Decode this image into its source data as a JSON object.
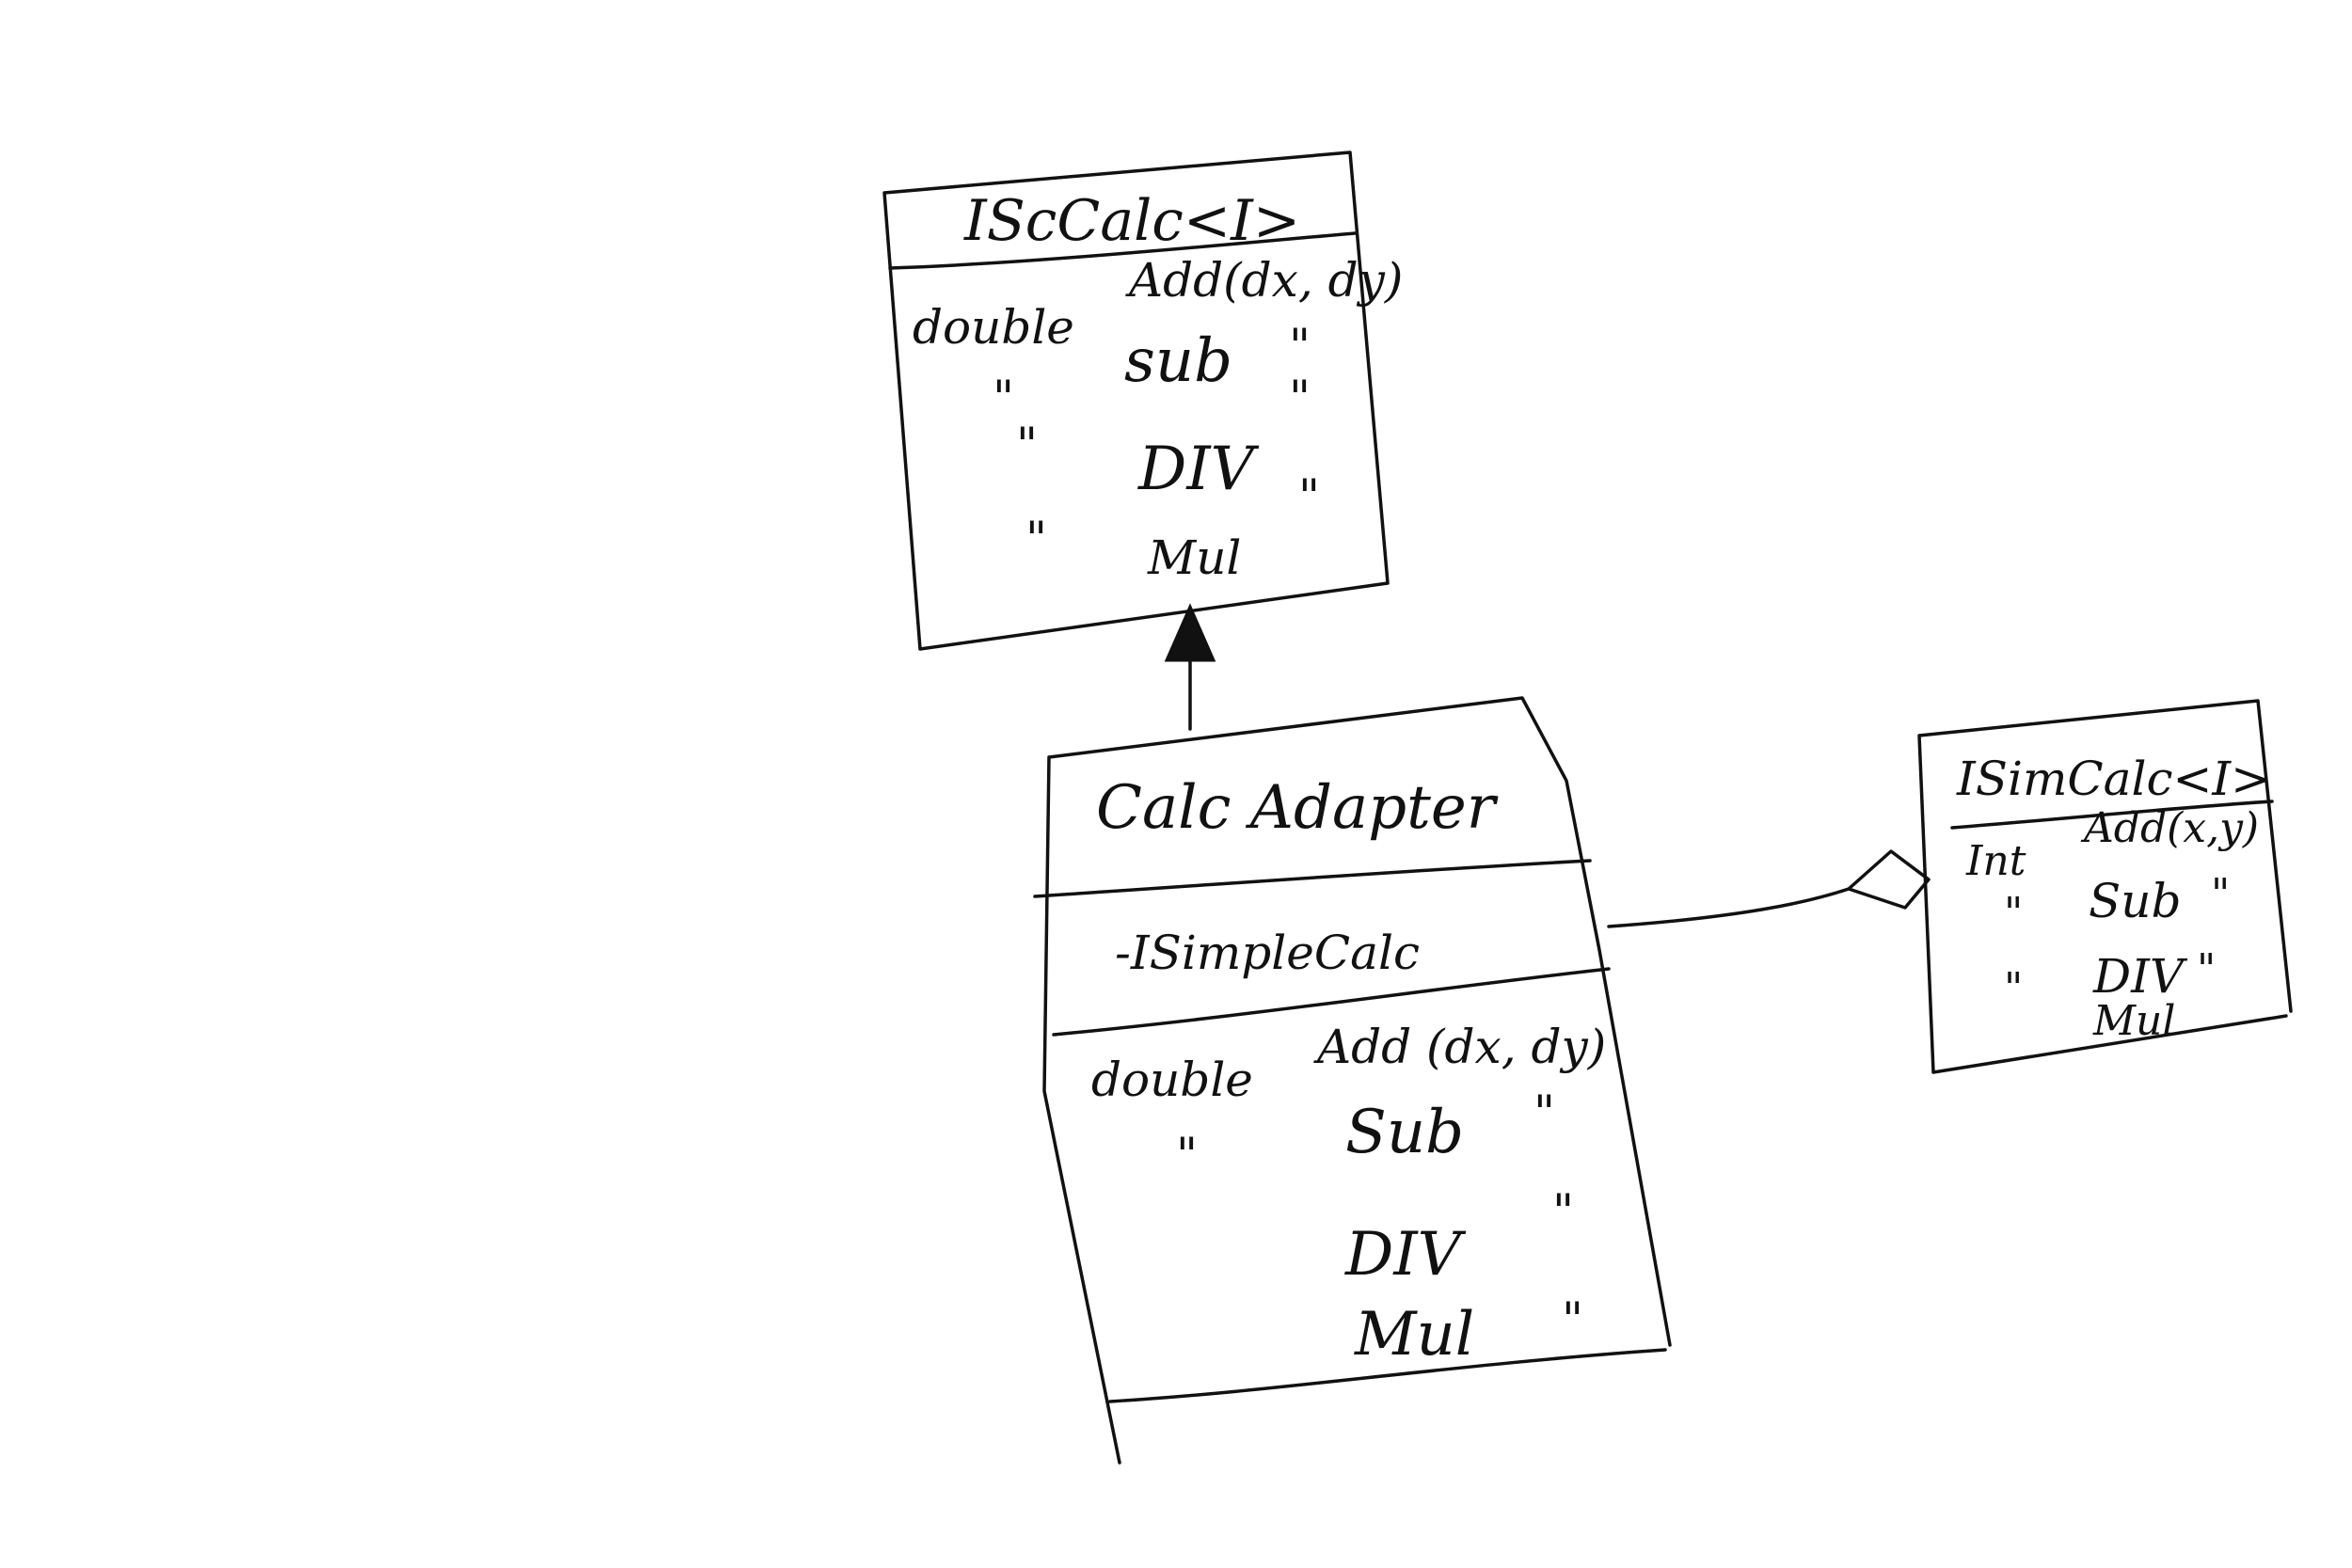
{
  "diagram": {
    "iscalc": {
      "title": "IScCalc<I>",
      "rows": [
        {
          "type": "double",
          "name": "Add(dx, dy)"
        },
        {
          "type": "\"",
          "name": "sub",
          "params": "\""
        },
        {
          "type": "\"",
          "name": "DIV",
          "params": "\""
        },
        {
          "type": "\"",
          "name": "Mul",
          "params": "\""
        }
      ]
    },
    "adapter": {
      "title": "Calc Adapter",
      "field": "-ISimpleCalc",
      "rows": [
        {
          "type": "double",
          "name": "Add (dx, dy)"
        },
        {
          "type": "\"",
          "name": "Sub",
          "params": "\""
        },
        {
          "type": "",
          "name": "DIV",
          "params": "\""
        },
        {
          "type": "",
          "name": "Mul",
          "params": "\""
        }
      ]
    },
    "isimcalc": {
      "title": "ISimCalc<I>",
      "rows": [
        {
          "type": "Int",
          "name": "Add(x,y)"
        },
        {
          "type": "\"",
          "name": "Sub",
          "params": "\""
        },
        {
          "type": "\"",
          "name": "DIV",
          "params": "\""
        },
        {
          "type": "",
          "name": "Mul",
          "params": ""
        }
      ]
    },
    "colors": {
      "ink": "#111111",
      "background": "#ffffff"
    }
  }
}
